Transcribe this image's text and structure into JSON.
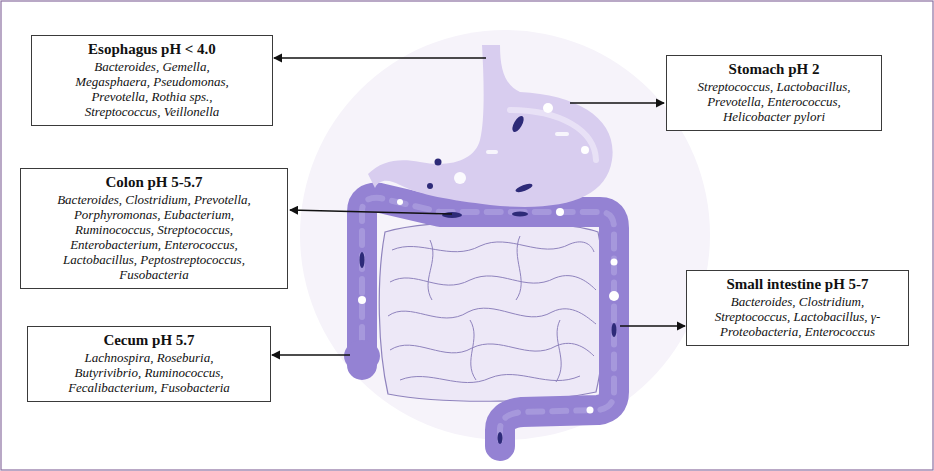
{
  "diagram": {
    "nodes": [
      {
        "text": [
          "Esophagus pH < 4.0",
          "Bacteroides, Gemella, Megasphaera, Pseudomonas, Prevotella, Rothia sps., Streptococcus, Veillonella"
        ]
      },
      {
        "text": [
          "Stomach pH 2",
          "Streptococcus, Lactobacillus, Prevotella, Enterococcus, Helicobacter pylori"
        ]
      },
      {
        "text": [
          "Colon pH 5-5.7",
          "Bacteroides, Clostridium, Prevotella, Porphyromonas, Eubacterium, Ruminococcus, Streptococcus, Enterobacterium, Enterococcus, Lactobacillus, Peptostreptococcus, Fusobacteria"
        ]
      },
      {
        "text": [
          "Small intestine pH 5-7",
          "Bacteroides, Clostridium, Streptococcus, Lactobacillus, γ-Proteobacteria, Enterococcus"
        ]
      },
      {
        "text": [
          "Cecum pH 5.7",
          "Lachnospira, Roseburia, Butyrivibrio, Ruminococcus, Fecalibacterium, Fusobacteria"
        ]
      }
    ]
  }
}
